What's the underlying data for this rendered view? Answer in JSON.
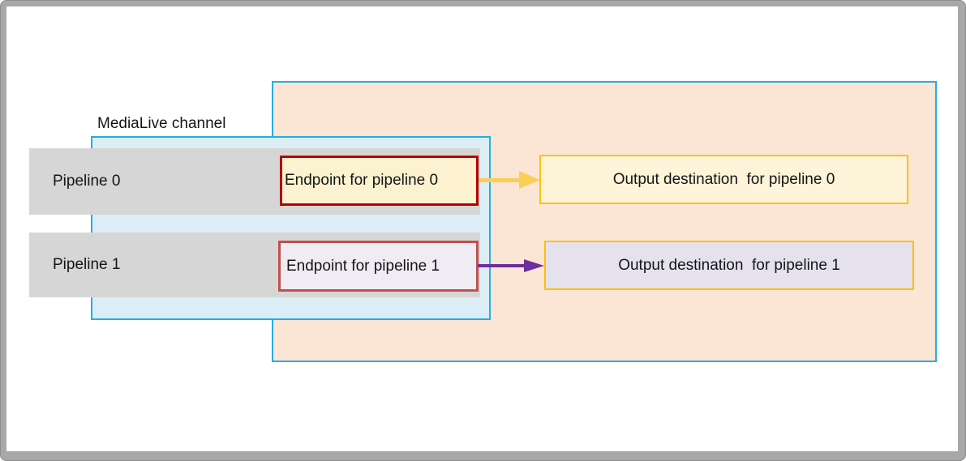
{
  "diagram": {
    "channel_label": "MediaLive channel",
    "pipelines": [
      {
        "bar_label": "Pipeline 0",
        "endpoint_label": "Endpoint for pipeline 0",
        "output_label": "Output destination  for pipeline 0"
      },
      {
        "bar_label": "Pipeline 1",
        "endpoint_label": "Endpoint for pipeline 1",
        "output_label": "Output destination  for pipeline 1"
      }
    ],
    "colors": {
      "frame_border": "#A8A8A8",
      "container_border": "#26ACE3",
      "channel_box_fill": "#DBEEF6",
      "destination_region_fill": "#FBE6D5",
      "pipeline_bar_fill": "#D6D6D6",
      "endpoint_0_fill": "#FDF2CF",
      "endpoint_0_border": "#B20000",
      "endpoint_1_fill": "#F0ECF3",
      "endpoint_1_border": "#C0504D",
      "output_border": "#FFC000",
      "output_0_fill": "#FDF4D9",
      "output_1_fill": "#E5E2EE",
      "arrow_0": "#F9CF55",
      "arrow_1": "#6E2F9E",
      "text": "#151515"
    }
  }
}
